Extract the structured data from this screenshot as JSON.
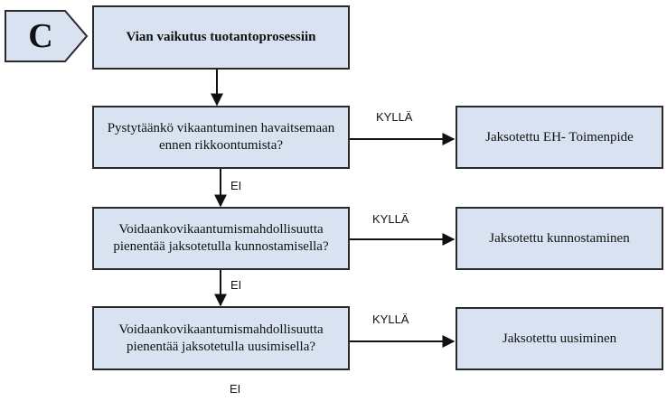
{
  "start_marker": {
    "letter": "C"
  },
  "nodes": {
    "title": "Vian vaikutus tuotantoprosessiin",
    "question1": "Pystytäänkö vikaantuminen havaitsemaan ennen rikkoontumista?",
    "action1": "Jaksotettu EH- Toimenpide",
    "question2": "Voidaankovikaantumismahdollisuutta pienentää jaksotetulla kunnostamisella?",
    "action2": "Jaksotettu kunnostaminen",
    "question3": "Voidaankovikaantumismahdollisuutta pienentää jaksotetulla uusimisella?",
    "action3": "Jaksotettu uusiminen"
  },
  "edge_labels": {
    "yes": "KYLLÄ",
    "no": "EI"
  },
  "colors": {
    "box_fill": "#d8e2f0",
    "stroke": "#2a2a2a"
  }
}
